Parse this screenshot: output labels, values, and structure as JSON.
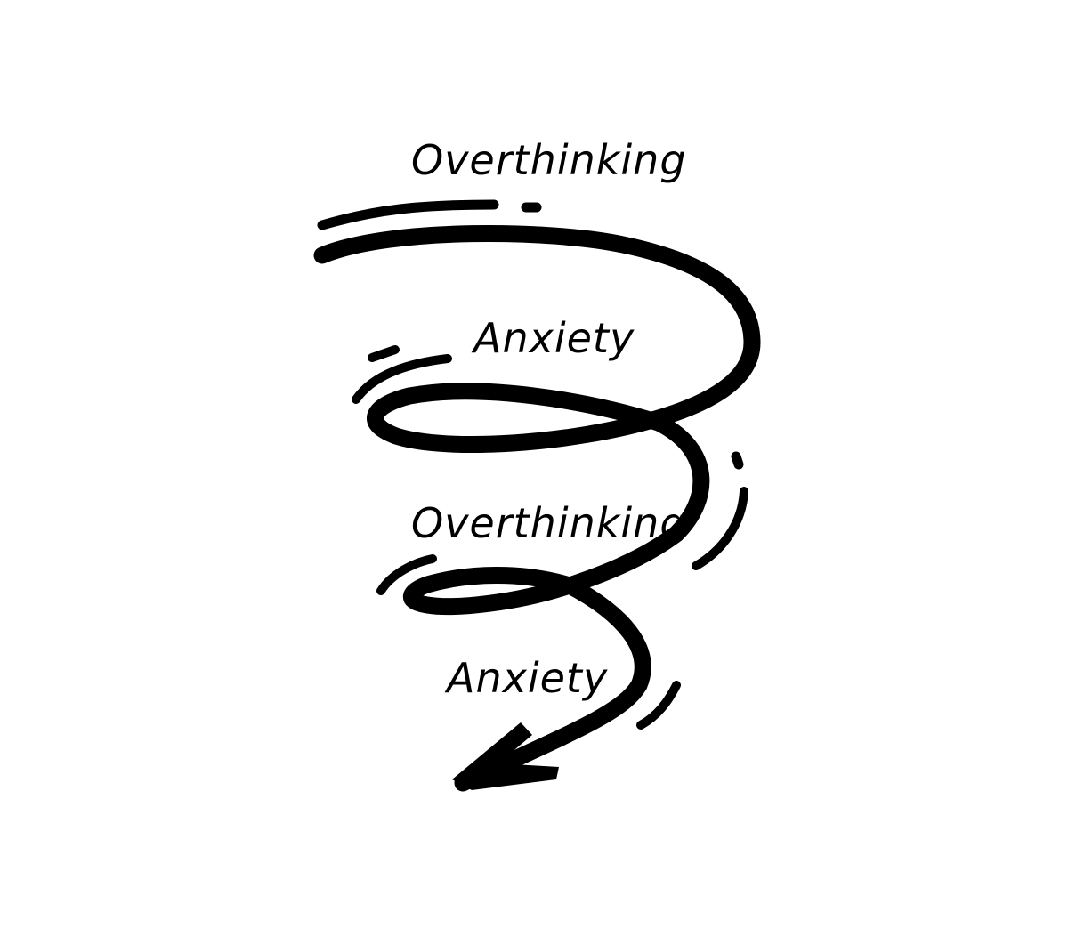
{
  "labels": {
    "overthinking_top": "Overthinking",
    "anxiety_upper": "Anxiety",
    "overthinking_middle": "Overthinking",
    "anxiety_lower": "Anxiety"
  },
  "colors": {
    "background": "#ffffff",
    "ink": "#000000"
  }
}
